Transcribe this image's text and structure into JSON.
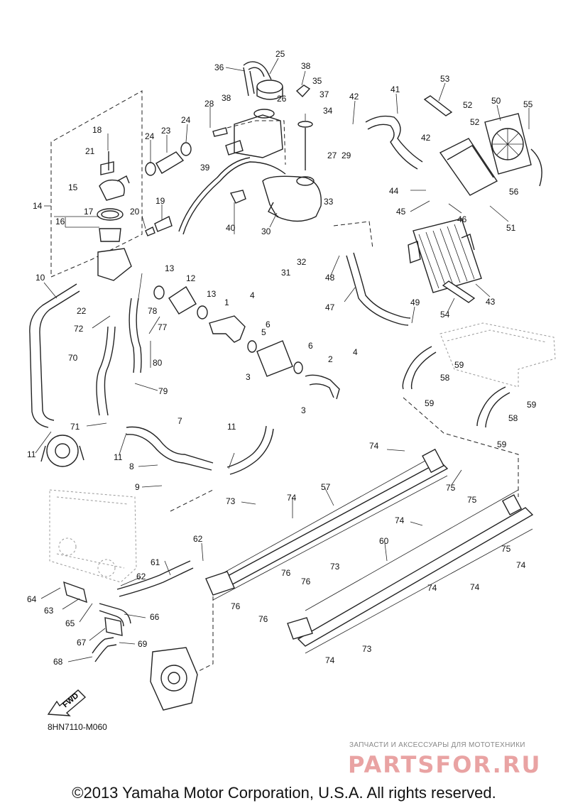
{
  "diagram": {
    "code": "8HN7110-M060",
    "copyright": "©2013 Yamaha Motor Corporation, U.S.A. All rights reserved.",
    "fwd_label": "FWD",
    "watermark": {
      "subtitle": "ЗАПЧАСТИ И АКСЕССУАРЫ ДЛЯ МОТОТЕХНИКИ",
      "logo": "PARTSFOR.RU"
    },
    "callouts": [
      {
        "id": "c25",
        "text": "25"
      },
      {
        "id": "c36",
        "text": "36"
      },
      {
        "id": "c38a",
        "text": "38"
      },
      {
        "id": "c35",
        "text": "35"
      },
      {
        "id": "c38b",
        "text": "38"
      },
      {
        "id": "c26",
        "text": "26"
      },
      {
        "id": "c37",
        "text": "37"
      },
      {
        "id": "c28",
        "text": "28"
      },
      {
        "id": "c34",
        "text": "34"
      },
      {
        "id": "c42a",
        "text": "42"
      },
      {
        "id": "c41",
        "text": "41"
      },
      {
        "id": "c53",
        "text": "53"
      },
      {
        "id": "c50",
        "text": "50"
      },
      {
        "id": "c55",
        "text": "55"
      },
      {
        "id": "c52a",
        "text": "52"
      },
      {
        "id": "c52b",
        "text": "52"
      },
      {
        "id": "c18",
        "text": "18"
      },
      {
        "id": "c24a",
        "text": "24"
      },
      {
        "id": "c23",
        "text": "23"
      },
      {
        "id": "c24b",
        "text": "24"
      },
      {
        "id": "c42b",
        "text": "42"
      },
      {
        "id": "c27",
        "text": "27"
      },
      {
        "id": "c29",
        "text": "29"
      },
      {
        "id": "c21",
        "text": "21"
      },
      {
        "id": "c39",
        "text": "39"
      },
      {
        "id": "c56",
        "text": "56"
      },
      {
        "id": "c44",
        "text": "44"
      },
      {
        "id": "c15",
        "text": "15"
      },
      {
        "id": "c45",
        "text": "45"
      },
      {
        "id": "c46",
        "text": "46"
      },
      {
        "id": "c14",
        "text": "14"
      },
      {
        "id": "c17",
        "text": "17"
      },
      {
        "id": "c20",
        "text": "20"
      },
      {
        "id": "c19",
        "text": "19"
      },
      {
        "id": "c33",
        "text": "33"
      },
      {
        "id": "c16",
        "text": "16"
      },
      {
        "id": "c40",
        "text": "40"
      },
      {
        "id": "c30",
        "text": "30"
      },
      {
        "id": "c51",
        "text": "51"
      },
      {
        "id": "c48",
        "text": "48"
      },
      {
        "id": "c32",
        "text": "32"
      },
      {
        "id": "c31",
        "text": "31"
      },
      {
        "id": "c10",
        "text": "10"
      },
      {
        "id": "c13a",
        "text": "13"
      },
      {
        "id": "c12",
        "text": "12"
      },
      {
        "id": "c43",
        "text": "43"
      },
      {
        "id": "c47",
        "text": "47"
      },
      {
        "id": "c22",
        "text": "22"
      },
      {
        "id": "c78",
        "text": "78"
      },
      {
        "id": "c13b",
        "text": "13"
      },
      {
        "id": "c4a",
        "text": "4"
      },
      {
        "id": "c1",
        "text": "1"
      },
      {
        "id": "c54",
        "text": "54"
      },
      {
        "id": "c49",
        "text": "49"
      },
      {
        "id": "c72",
        "text": "72"
      },
      {
        "id": "c77",
        "text": "77"
      },
      {
        "id": "c6a",
        "text": "6"
      },
      {
        "id": "c5",
        "text": "5"
      },
      {
        "id": "c6b",
        "text": "6"
      },
      {
        "id": "c70",
        "text": "70"
      },
      {
        "id": "c80",
        "text": "80"
      },
      {
        "id": "c4b",
        "text": "4"
      },
      {
        "id": "c3a",
        "text": "3"
      },
      {
        "id": "c2",
        "text": "2"
      },
      {
        "id": "c59a",
        "text": "59"
      },
      {
        "id": "c58a",
        "text": "58"
      },
      {
        "id": "c79",
        "text": "79"
      },
      {
        "id": "c59b",
        "text": "59"
      },
      {
        "id": "c59c",
        "text": "59"
      },
      {
        "id": "c3b",
        "text": "3"
      },
      {
        "id": "c58b",
        "text": "58"
      },
      {
        "id": "c71",
        "text": "71"
      },
      {
        "id": "c7",
        "text": "7"
      },
      {
        "id": "c11a",
        "text": "11"
      },
      {
        "id": "c59d",
        "text": "59"
      },
      {
        "id": "c11b",
        "text": "11"
      },
      {
        "id": "c11c",
        "text": "11"
      },
      {
        "id": "c74a",
        "text": "74"
      },
      {
        "id": "c8",
        "text": "8"
      },
      {
        "id": "c75a",
        "text": "75"
      },
      {
        "id": "c57",
        "text": "57"
      },
      {
        "id": "c9",
        "text": "9"
      },
      {
        "id": "c74b",
        "text": "74"
      },
      {
        "id": "c73a",
        "text": "73"
      },
      {
        "id": "c75b",
        "text": "75"
      },
      {
        "id": "c74c",
        "text": "74"
      },
      {
        "id": "c60",
        "text": "60"
      },
      {
        "id": "c75c",
        "text": "75"
      },
      {
        "id": "c62a",
        "text": "62"
      },
      {
        "id": "c74d",
        "text": "74"
      },
      {
        "id": "c73b",
        "text": "73"
      },
      {
        "id": "c61",
        "text": "61"
      },
      {
        "id": "c76a",
        "text": "76"
      },
      {
        "id": "c62b",
        "text": "62"
      },
      {
        "id": "c76b",
        "text": "76"
      },
      {
        "id": "c74e",
        "text": "74"
      },
      {
        "id": "c64",
        "text": "64"
      },
      {
        "id": "c74f",
        "text": "74"
      },
      {
        "id": "c76c",
        "text": "76"
      },
      {
        "id": "c76d",
        "text": "76"
      },
      {
        "id": "c63",
        "text": "63"
      },
      {
        "id": "c66",
        "text": "66"
      },
      {
        "id": "c65",
        "text": "65"
      },
      {
        "id": "c67",
        "text": "67"
      },
      {
        "id": "c69",
        "text": "69"
      },
      {
        "id": "c73c",
        "text": "73"
      },
      {
        "id": "c68",
        "text": "68"
      },
      {
        "id": "c74g",
        "text": "74"
      }
    ]
  }
}
